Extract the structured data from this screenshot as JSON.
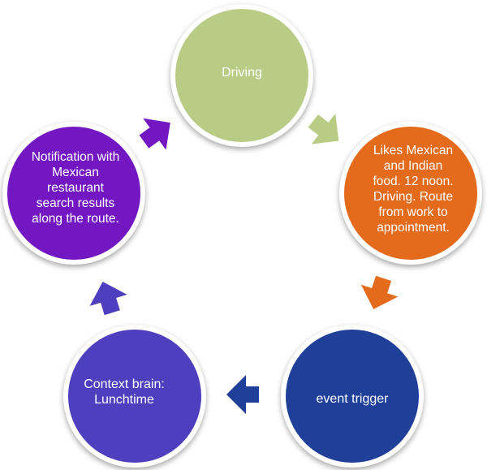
{
  "nodes": [
    {
      "id": "driving",
      "label": "Driving",
      "color": "#b8cc86"
    },
    {
      "id": "likes",
      "label": "Likes Mexican\nand Indian\nfood. 12 noon.\nDriving. Route\nfrom work to\nappointment.",
      "color": "#e46a1c"
    },
    {
      "id": "event",
      "label": "event trigger",
      "color": "#1f3f98"
    },
    {
      "id": "context",
      "label": "Context brain:\nLunchtime",
      "color": "#4d3fbe"
    },
    {
      "id": "notification",
      "label": "Notification with\nMexican\nrestaurant\nsearch results\nalong the route.",
      "color": "#7317c2"
    }
  ],
  "arrows": [
    {
      "from": "driving",
      "to": "likes",
      "color": "#b8cc86"
    },
    {
      "from": "likes",
      "to": "event",
      "color": "#e46a1c"
    },
    {
      "from": "event",
      "to": "context",
      "color": "#1f3f98"
    },
    {
      "from": "context",
      "to": "notification",
      "color": "#4d3fbe"
    },
    {
      "from": "notification",
      "to": "driving",
      "color": "#7317c2"
    }
  ]
}
